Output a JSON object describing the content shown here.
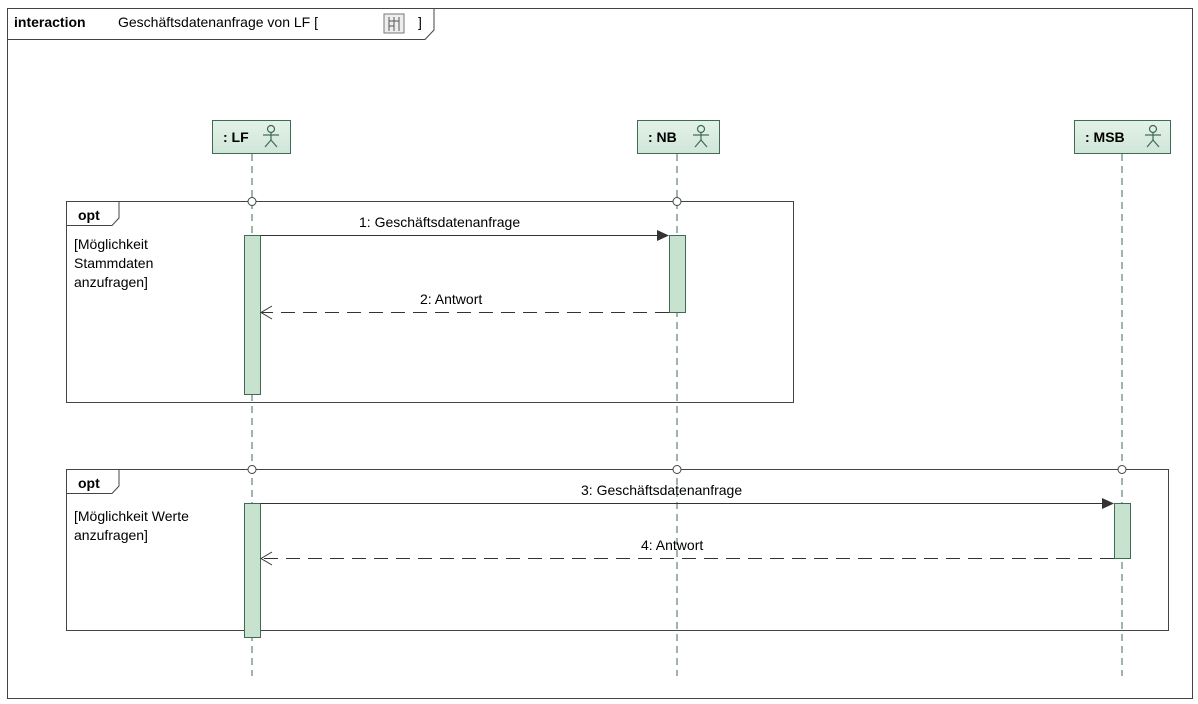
{
  "frame": {
    "keyword": "interaction",
    "title": "Geschäftsdatenanfrage von LF [",
    "title_end": "]",
    "icon": "diagram-icon"
  },
  "lifelines": [
    {
      "label": ": LF",
      "icon": "actor-icon"
    },
    {
      "label": ": NB",
      "icon": "actor-icon"
    },
    {
      "label": ": MSB",
      "icon": "actor-icon"
    }
  ],
  "fragments": [
    {
      "operator": "opt",
      "guard_lines": [
        "[Möglichkeit",
        "Stammdaten",
        "anzufragen]"
      ]
    },
    {
      "operator": "opt",
      "guard_lines": [
        "[Möglichkeit Werte",
        "anzufragen]"
      ]
    }
  ],
  "messages": [
    {
      "label": "1: Geschäftsdatenanfrage",
      "kind": "synchronous"
    },
    {
      "label": "2: Antwort",
      "kind": "reply"
    },
    {
      "label": "3: Geschäftsdatenanfrage",
      "kind": "synchronous"
    },
    {
      "label": "4: Antwort",
      "kind": "reply"
    }
  ],
  "colors": {
    "lifeline_fill": "#d4eadb",
    "activation_fill": "#c7e3d0",
    "lifeline_stroke": "#3f6a55",
    "frame_stroke": "#555555"
  }
}
